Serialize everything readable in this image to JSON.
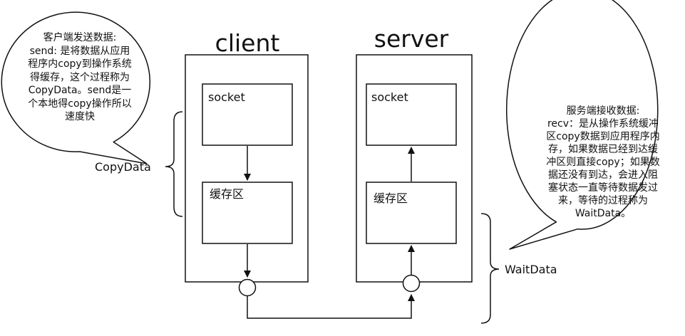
{
  "client": {
    "title": "client",
    "socket_label": "socket",
    "buffer_label": "缓存区"
  },
  "server": {
    "title": "server",
    "socket_label": "socket",
    "buffer_label": "缓存区"
  },
  "labels": {
    "copydata": "CopyData",
    "waitdata": "WaitData"
  },
  "callouts": {
    "left": {
      "lines": [
        "客户端发送数据:",
        "send: 是将数据从应用",
        "程序内copy到操作系统",
        "得缓存，这个过程称为",
        "CopyData。send是一",
        "个本地得copy操作所以",
        "速度快"
      ]
    },
    "right": {
      "lines": [
        "服务端接收数据:",
        "recv：是从操作系统缓冲",
        "区copy数据到应用程序内",
        "存，如果数据已经到达缓",
        "冲区则直接copy；如果数",
        "据还没有到达，会进入阻",
        "塞状态一直等待数据发过",
        "来，等待的过程称为",
        "WaitData。"
      ]
    }
  }
}
